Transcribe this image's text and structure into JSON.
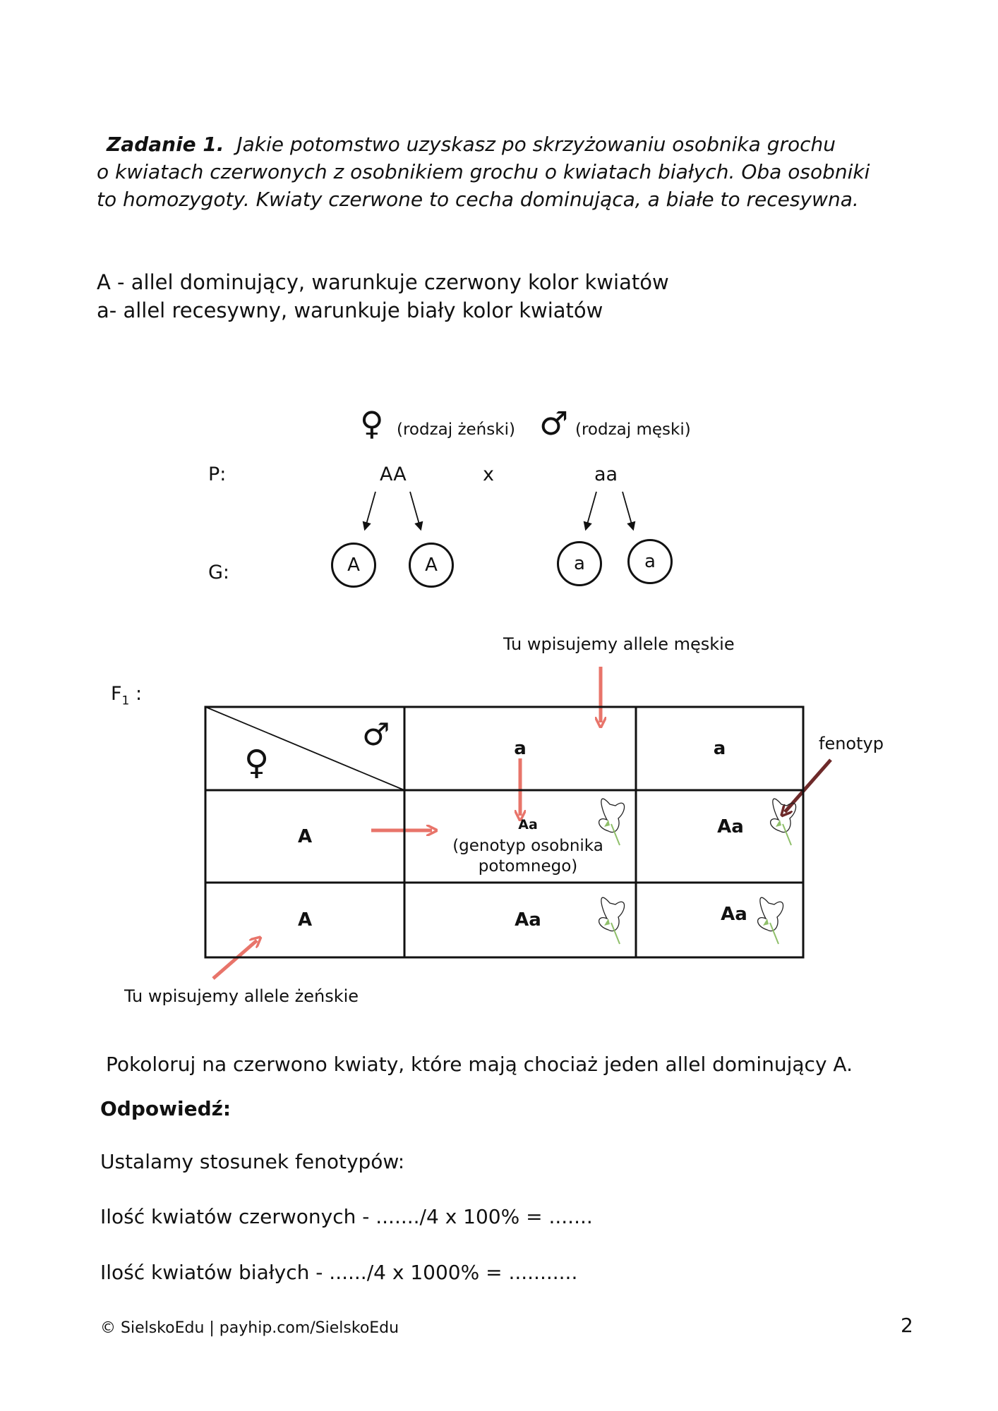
{
  "task": {
    "label": "Zadanie 1.",
    "line1": "Jakie potomstwo uzyskasz po skrzyżowaniu osobnika grochu",
    "line2": "o kwiatach czerwonych z osobnikiem grochu o kwiatach białych. Oba osobniki",
    "line3": "to homozygoty. Kwiaty czerwone to cecha dominująca, a białe to recesywna."
  },
  "alleles": {
    "dominant": "A - allel dominujący, warunkuje czerwony kolor kwiatów",
    "recessive": "a- allel recesywny, warunkuje biały kolor kwiatów"
  },
  "cross": {
    "female_symbol": "♀",
    "female_label": "(rodzaj żeński)",
    "male_symbol": "♂",
    "male_label": "(rodzaj męski)",
    "p_label": "P:",
    "female_genotype": "AA",
    "cross_sign": "x",
    "male_genotype": "aa",
    "g_label": "G:",
    "gametes": [
      "A",
      "A",
      "a",
      "a"
    ]
  },
  "punnett": {
    "f1_label": "F",
    "f1_sub": "1",
    "f1_colon": " :",
    "male_note": "Tu wpisujemy allele męskie",
    "female_note": "Tu wpisujemy allele żeńskie",
    "phenotype_note": "fenotyp",
    "corner_male": "♂",
    "corner_female": "♀",
    "col_headers": [
      "a",
      "a"
    ],
    "row_headers": [
      "A",
      "A"
    ],
    "cells": [
      [
        "Aa",
        "Aa"
      ],
      [
        "Aa",
        "Aa"
      ]
    ],
    "cell_caption_line1": "(genotyp  osobnika",
    "cell_caption_line2": "potomnego)"
  },
  "instructions": "Pokoloruj na czerwono kwiaty, które mają chociaż jeden allel dominujący A.",
  "answer": {
    "label": "Odpowiedź:",
    "ratio": "Ustalamy stosunek fenotypów:",
    "red": "Ilość kwiatów czerwonych - ......./4 x 100% = .......",
    "white": "Ilość kwiatów białych - ....../4 x 1000% = ..........."
  },
  "footer": {
    "copyright": "© SielskoEdu | payhip.com/SielskoEdu",
    "page_number": "2"
  },
  "colors": {
    "arrow": "#e8746a",
    "arrow_dark": "#6e2a2a",
    "flower": "#8fbf6a"
  }
}
